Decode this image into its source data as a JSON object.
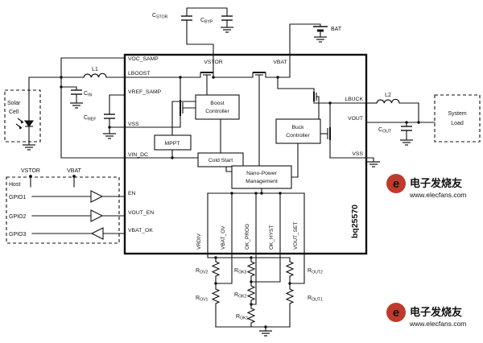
{
  "ic": {
    "part": "bq25570",
    "pins_left": [
      "VOC_SAMP",
      "LBOOST",
      "VREF_SAMP",
      "VSS",
      "VIN_DC",
      "EN",
      "VOUT_EN",
      "VBAT_OK"
    ],
    "pins_top": [
      "VSTOR",
      "VBAT"
    ],
    "pins_right": [
      "LBUCK",
      "VOUT",
      "VSS"
    ],
    "pins_bottom": [
      "VRDIV",
      "VBAT_OV",
      "OK_PROG",
      "OK_HYST",
      "VOUT_SET"
    ],
    "blocks": {
      "boost_line1": "Boost",
      "boost_line2": "Controller",
      "mppt": "MPPT",
      "cold_start": "Cold Start",
      "buck_line1": "Buck",
      "buck_line2": "Controller",
      "nano_line1": "Nano-Power",
      "nano_line2": "Management"
    }
  },
  "components": {
    "l1": "L1",
    "l2": "L2",
    "cin": {
      "base": "C",
      "sub": "IN"
    },
    "cref": {
      "base": "C",
      "sub": "REF"
    },
    "cstor": {
      "base": "C",
      "sub": "STOR"
    },
    "cbyp": {
      "base": "C",
      "sub": "BYP"
    },
    "cout": {
      "base": "C",
      "sub": "OUT"
    },
    "bat": "BAT",
    "rov2": {
      "base": "R",
      "sub": "OV2"
    },
    "rov1": {
      "base": "R",
      "sub": "OV1"
    },
    "rok3": {
      "base": "R",
      "sub": "OK3"
    },
    "rok2": {
      "base": "R",
      "sub": "OK2"
    },
    "rok1": {
      "base": "R",
      "sub": "OK1"
    },
    "rout2": {
      "base": "R",
      "sub": "OUT2"
    },
    "rout1": {
      "base": "R",
      "sub": "OUT1"
    }
  },
  "external": {
    "solar_line1": "Solar",
    "solar_line2": "Cell",
    "load_line1": "System",
    "load_line2": "Load",
    "host": "Host",
    "gpio1": "GPIO1",
    "gpio2": "GPIO2",
    "gpio3": "GPIO3",
    "host_vstor": "VSTOR",
    "host_vbat": "VBAT"
  },
  "watermark": {
    "brand": "电子发烧友",
    "url": "www.elecfans.com",
    "color": "#c03a2b"
  }
}
